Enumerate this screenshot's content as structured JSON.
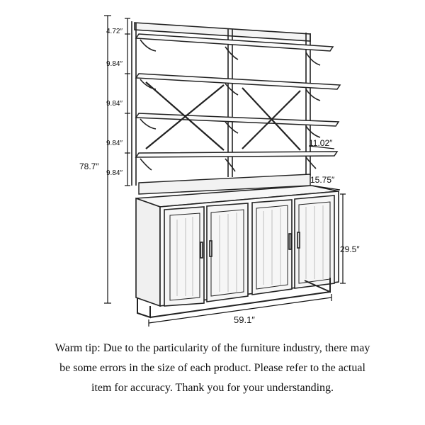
{
  "dimensions": {
    "top_gap": "4.72″",
    "shelf_spacing": [
      "9.84″",
      "9.84″",
      "9.84″",
      "9.84″"
    ],
    "total_height": "78.7″",
    "shelf_depth": "11.02″",
    "cabinet_depth": "15.75″",
    "cabinet_height": "29.5″",
    "width": "59.1″"
  },
  "warm_tip": {
    "line1": "Warm tip: Due to the particularity of the furniture industry, there may",
    "line2": "be some errors in the size of each product. Please refer to the actual",
    "line3": "item for accuracy. Thank you for your understanding."
  }
}
